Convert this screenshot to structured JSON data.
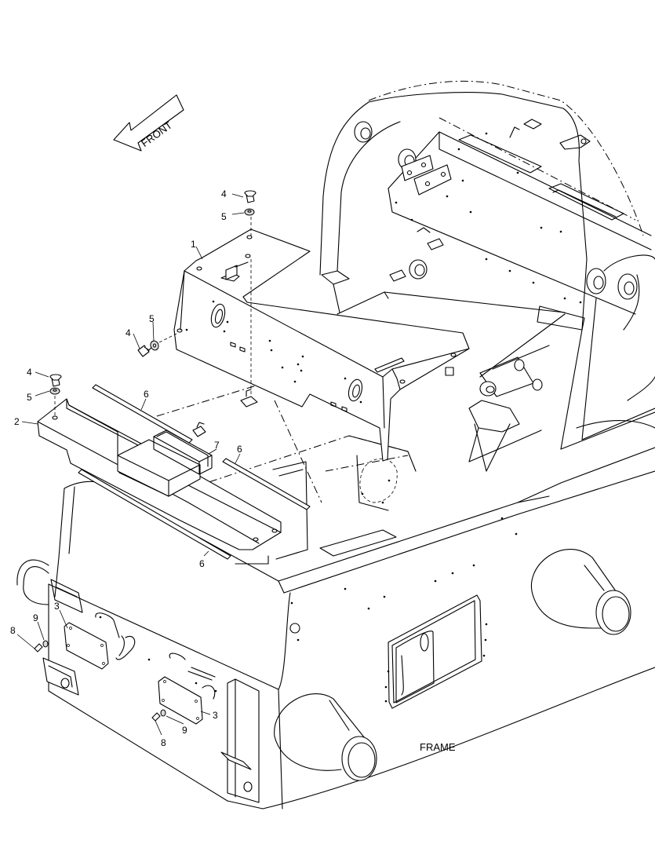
{
  "front_arrow_text": "FRONT",
  "frame_label": "FRAME",
  "callouts": [
    {
      "id": "c4a",
      "text": "4"
    },
    {
      "id": "c5a",
      "text": "5"
    },
    {
      "id": "c1",
      "text": "1"
    },
    {
      "id": "c5b",
      "text": "5"
    },
    {
      "id": "c4b",
      "text": "4"
    },
    {
      "id": "c4c",
      "text": "4"
    },
    {
      "id": "c5c",
      "text": "5"
    },
    {
      "id": "c6a",
      "text": "6"
    },
    {
      "id": "c2",
      "text": "2"
    },
    {
      "id": "c7",
      "text": "7"
    },
    {
      "id": "c6b",
      "text": "6"
    },
    {
      "id": "c6c",
      "text": "6"
    },
    {
      "id": "c3a",
      "text": "3"
    },
    {
      "id": "c9a",
      "text": "9"
    },
    {
      "id": "c8a",
      "text": "8"
    },
    {
      "id": "c3b",
      "text": "3"
    },
    {
      "id": "c9b",
      "text": "9"
    },
    {
      "id": "c8b",
      "text": "8"
    }
  ]
}
